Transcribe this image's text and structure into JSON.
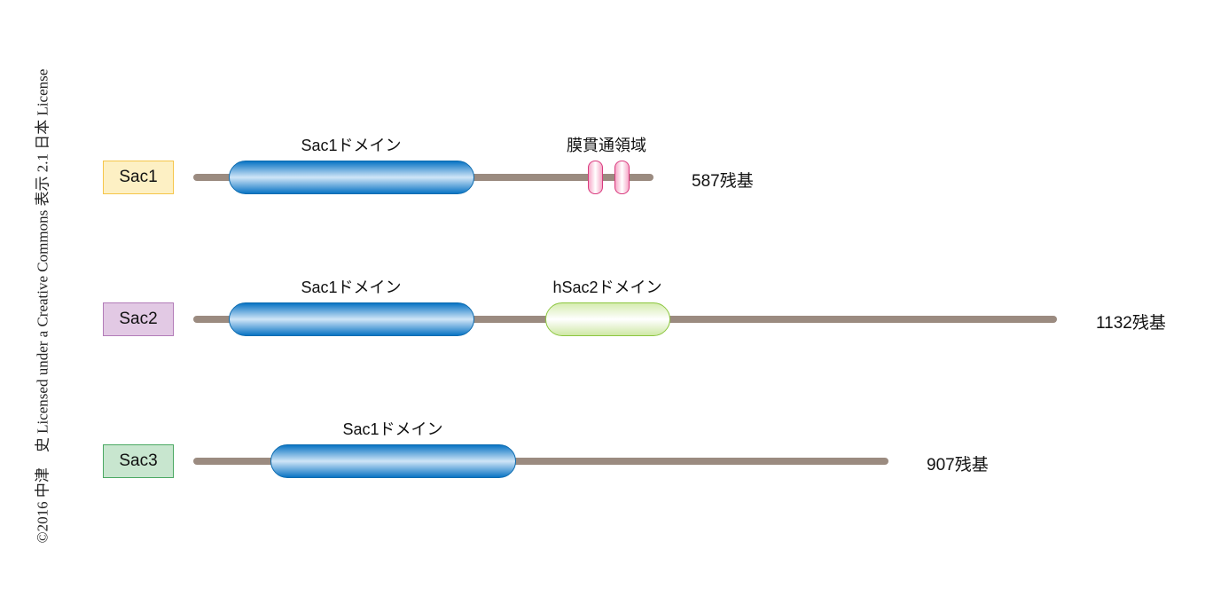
{
  "copyright": "©2016 中津　史 Licensed under a Creative Commons 表示 2.1 日本 License",
  "proteins": [
    {
      "name": "Sac1",
      "length_label": "587残基",
      "residues": 587,
      "box_color": "#fdf0c4",
      "box_border": "#f5c54a",
      "domains": [
        {
          "label": "Sac1ドメイン",
          "type": "sac1"
        },
        {
          "label": "膜貫通領域",
          "type": "transmembrane"
        }
      ]
    },
    {
      "name": "Sac2",
      "length_label": "1132残基",
      "residues": 1132,
      "box_color": "#e2c9e4",
      "box_border": "#b27bb8",
      "domains": [
        {
          "label": "Sac1ドメイン",
          "type": "sac1"
        },
        {
          "label": "hSac2ドメイン",
          "type": "hsac2"
        }
      ]
    },
    {
      "name": "Sac3",
      "length_label": "907残基",
      "residues": 907,
      "box_color": "#c8e6cf",
      "box_border": "#4aa862",
      "domains": [
        {
          "label": "Sac1ドメイン",
          "type": "sac1"
        }
      ]
    }
  ]
}
